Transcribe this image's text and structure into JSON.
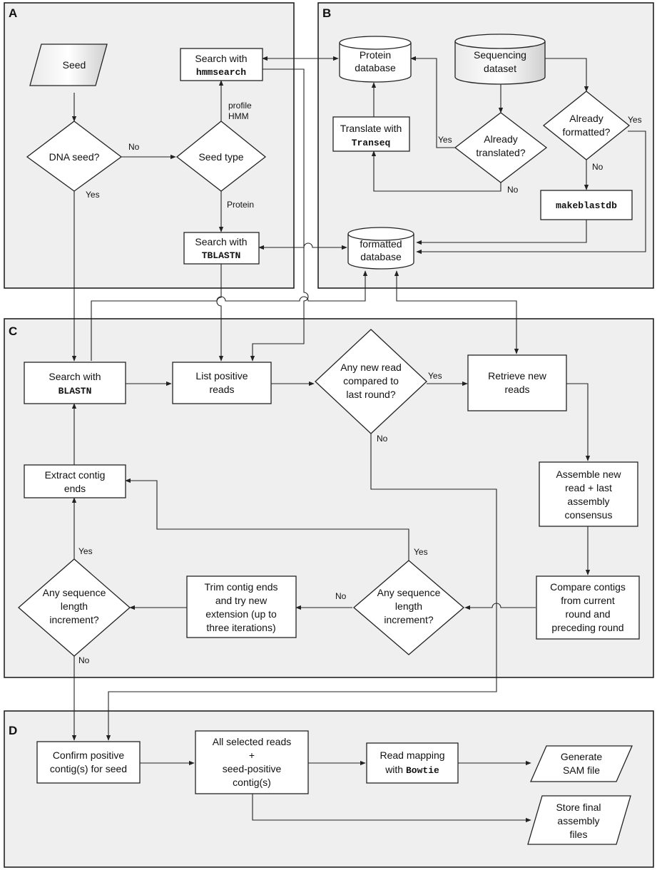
{
  "panels": {
    "a": "A",
    "b": "B",
    "c": "C",
    "d": "D"
  },
  "nodes": {
    "seed": "Seed",
    "dna_seed": "DNA seed?",
    "seed_type": "Seed type",
    "search_hmm": [
      "Search with"
    ],
    "search_hmm_cmd": "hmmsearch",
    "search_tblastn": [
      "Search with"
    ],
    "search_tblastn_cmd": "TBLASTN",
    "protein_db": [
      "Protein",
      "database"
    ],
    "seq_dataset": [
      "Sequencing",
      "dataset"
    ],
    "translate": [
      "Translate with"
    ],
    "translate_cmd": "Transeq",
    "already_translated": [
      "Already",
      "translated?"
    ],
    "already_formatted": [
      "Already",
      "formatted?"
    ],
    "makeblastdb": "makeblastdb",
    "formatted_db": [
      "formatted",
      "database"
    ],
    "search_blastn": [
      "Search with"
    ],
    "search_blastn_cmd": "BLASTN",
    "list_positive": [
      "List positive",
      "reads"
    ],
    "any_new_read": [
      "Any new read",
      "compared to",
      "last round?"
    ],
    "retrieve_new": [
      "Retrieve new",
      "reads"
    ],
    "assemble": [
      "Assemble new",
      "read + last",
      "assembly",
      "consensus"
    ],
    "compare_contigs": [
      "Compare contigs",
      "from current",
      "round and",
      "preceding round"
    ],
    "any_seq_inc_right": [
      "Any sequence",
      "length",
      "increment?"
    ],
    "trim_contig": [
      "Trim contig ends",
      "and try new",
      "extension (up to",
      "three iterations)"
    ],
    "any_seq_inc_left": [
      "Any sequence",
      "length",
      "increment?"
    ],
    "extract_contig": [
      "Extract contig",
      "ends"
    ],
    "confirm_positive": [
      "Confirm positive",
      "contig(s) for seed"
    ],
    "all_selected": [
      "All selected reads",
      "+",
      "seed-positive",
      "contig(s)"
    ],
    "read_mapping": [
      "Read mapping"
    ],
    "read_mapping_with": "with ",
    "read_mapping_cmd": "Bowtie",
    "generate_sam": [
      "Generate",
      "SAM file"
    ],
    "store_final": [
      "Store final",
      "assembly",
      "files"
    ]
  },
  "edge_labels": {
    "dna_no": "No",
    "dna_yes": "Yes",
    "profile_hmm": [
      "profile",
      "HMM"
    ],
    "protein": "Protein",
    "translated_yes": "Yes",
    "translated_no": "No",
    "formatted_yes": "Yes",
    "formatted_no": "No",
    "newread_yes": "Yes",
    "newread_no": "No",
    "inc_right_yes": "Yes",
    "inc_right_no": "No",
    "inc_left_yes": "Yes",
    "inc_left_no": "No"
  }
}
